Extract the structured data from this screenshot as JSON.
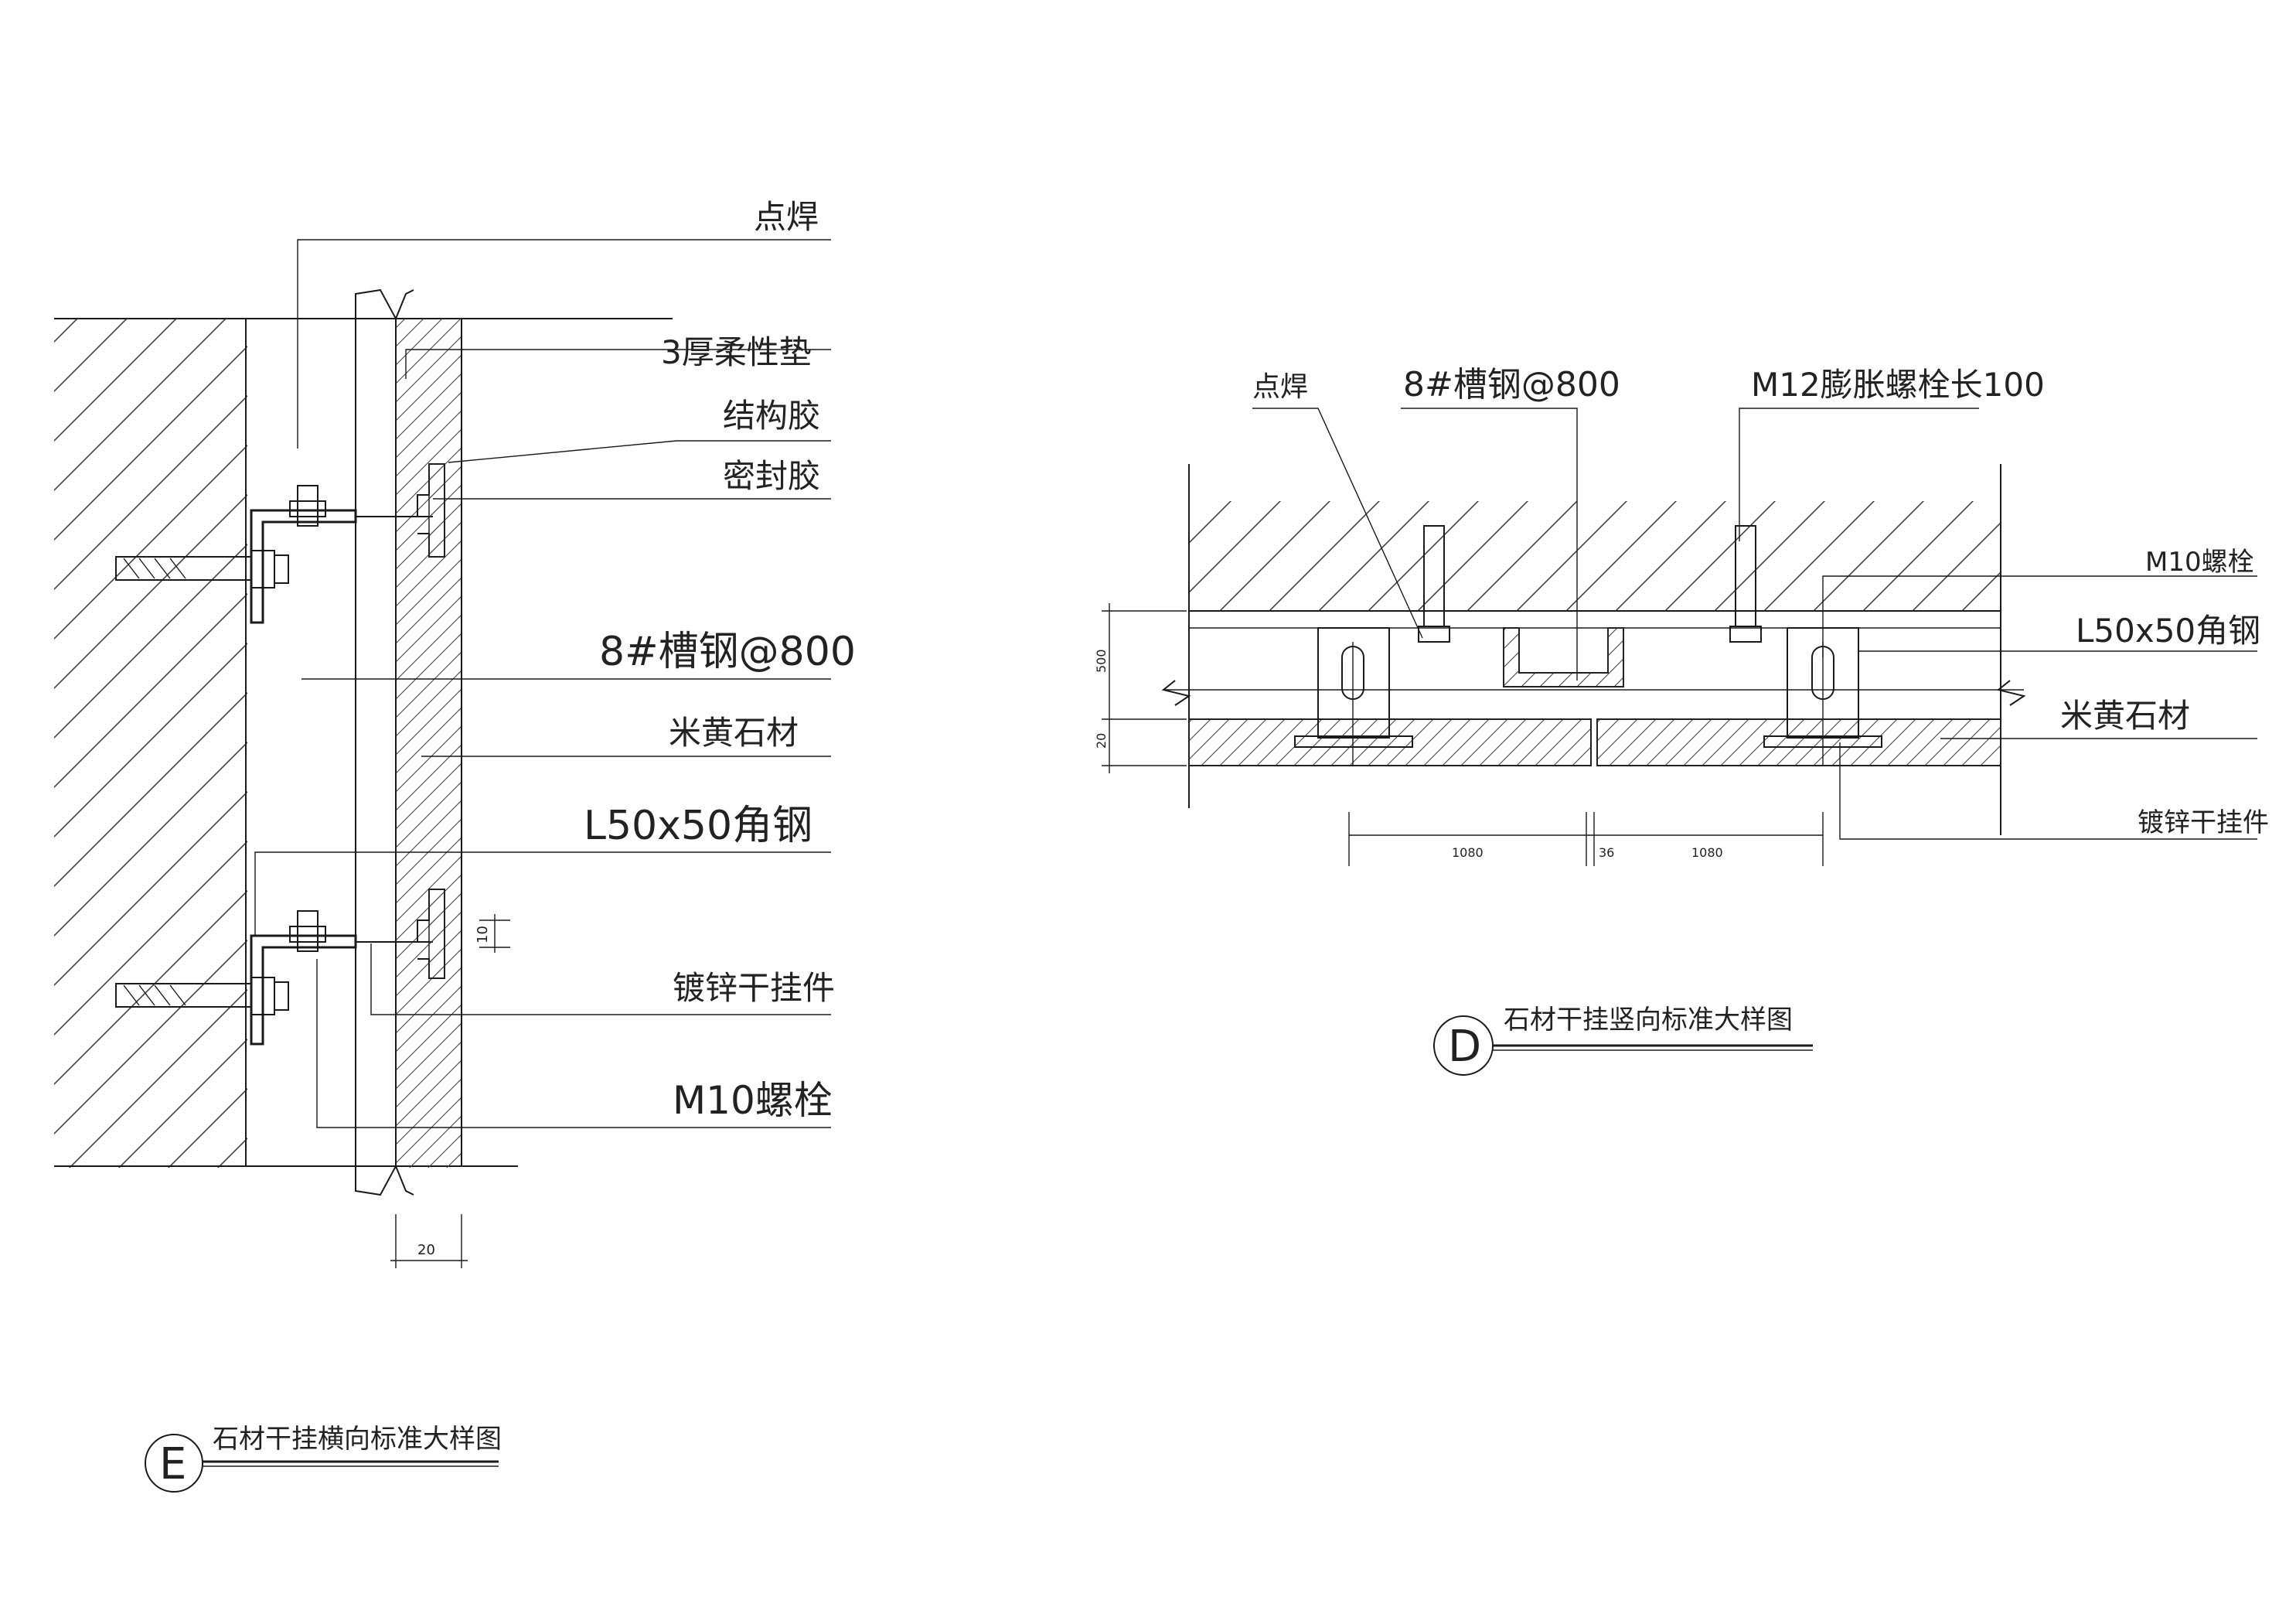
{
  "detail_E": {
    "labels": {
      "spot_weld": "点焊",
      "flexible_pad": "3厚柔性垫",
      "structural_glue": "结构胶",
      "sealant": "密封胶",
      "channel_steel": "8#槽钢@800",
      "stone": "米黄石材",
      "angle_steel": "L50x50角钢",
      "galvanized_hanger": "镀锌干挂件",
      "bolt": "M10螺栓"
    },
    "dims": {
      "thickness": "20",
      "gap": "10"
    },
    "title": "石材干挂横向标准大样图",
    "marker": "E"
  },
  "detail_D": {
    "labels": {
      "spot_weld": "点焊",
      "channel_steel": "8#槽钢@800",
      "expansion_bolt": "M12膨胀螺栓长100",
      "bolt": "M10螺栓",
      "angle_steel": "L50x50角钢",
      "stone": "米黄石材",
      "galvanized_hanger": "镀锌干挂件"
    },
    "dims": {
      "depth": "500",
      "stone_t": "20",
      "span_left": "1080",
      "joint": "36",
      "span_right": "1080"
    },
    "title": "石材干挂竖向标准大样图",
    "marker": "D"
  }
}
